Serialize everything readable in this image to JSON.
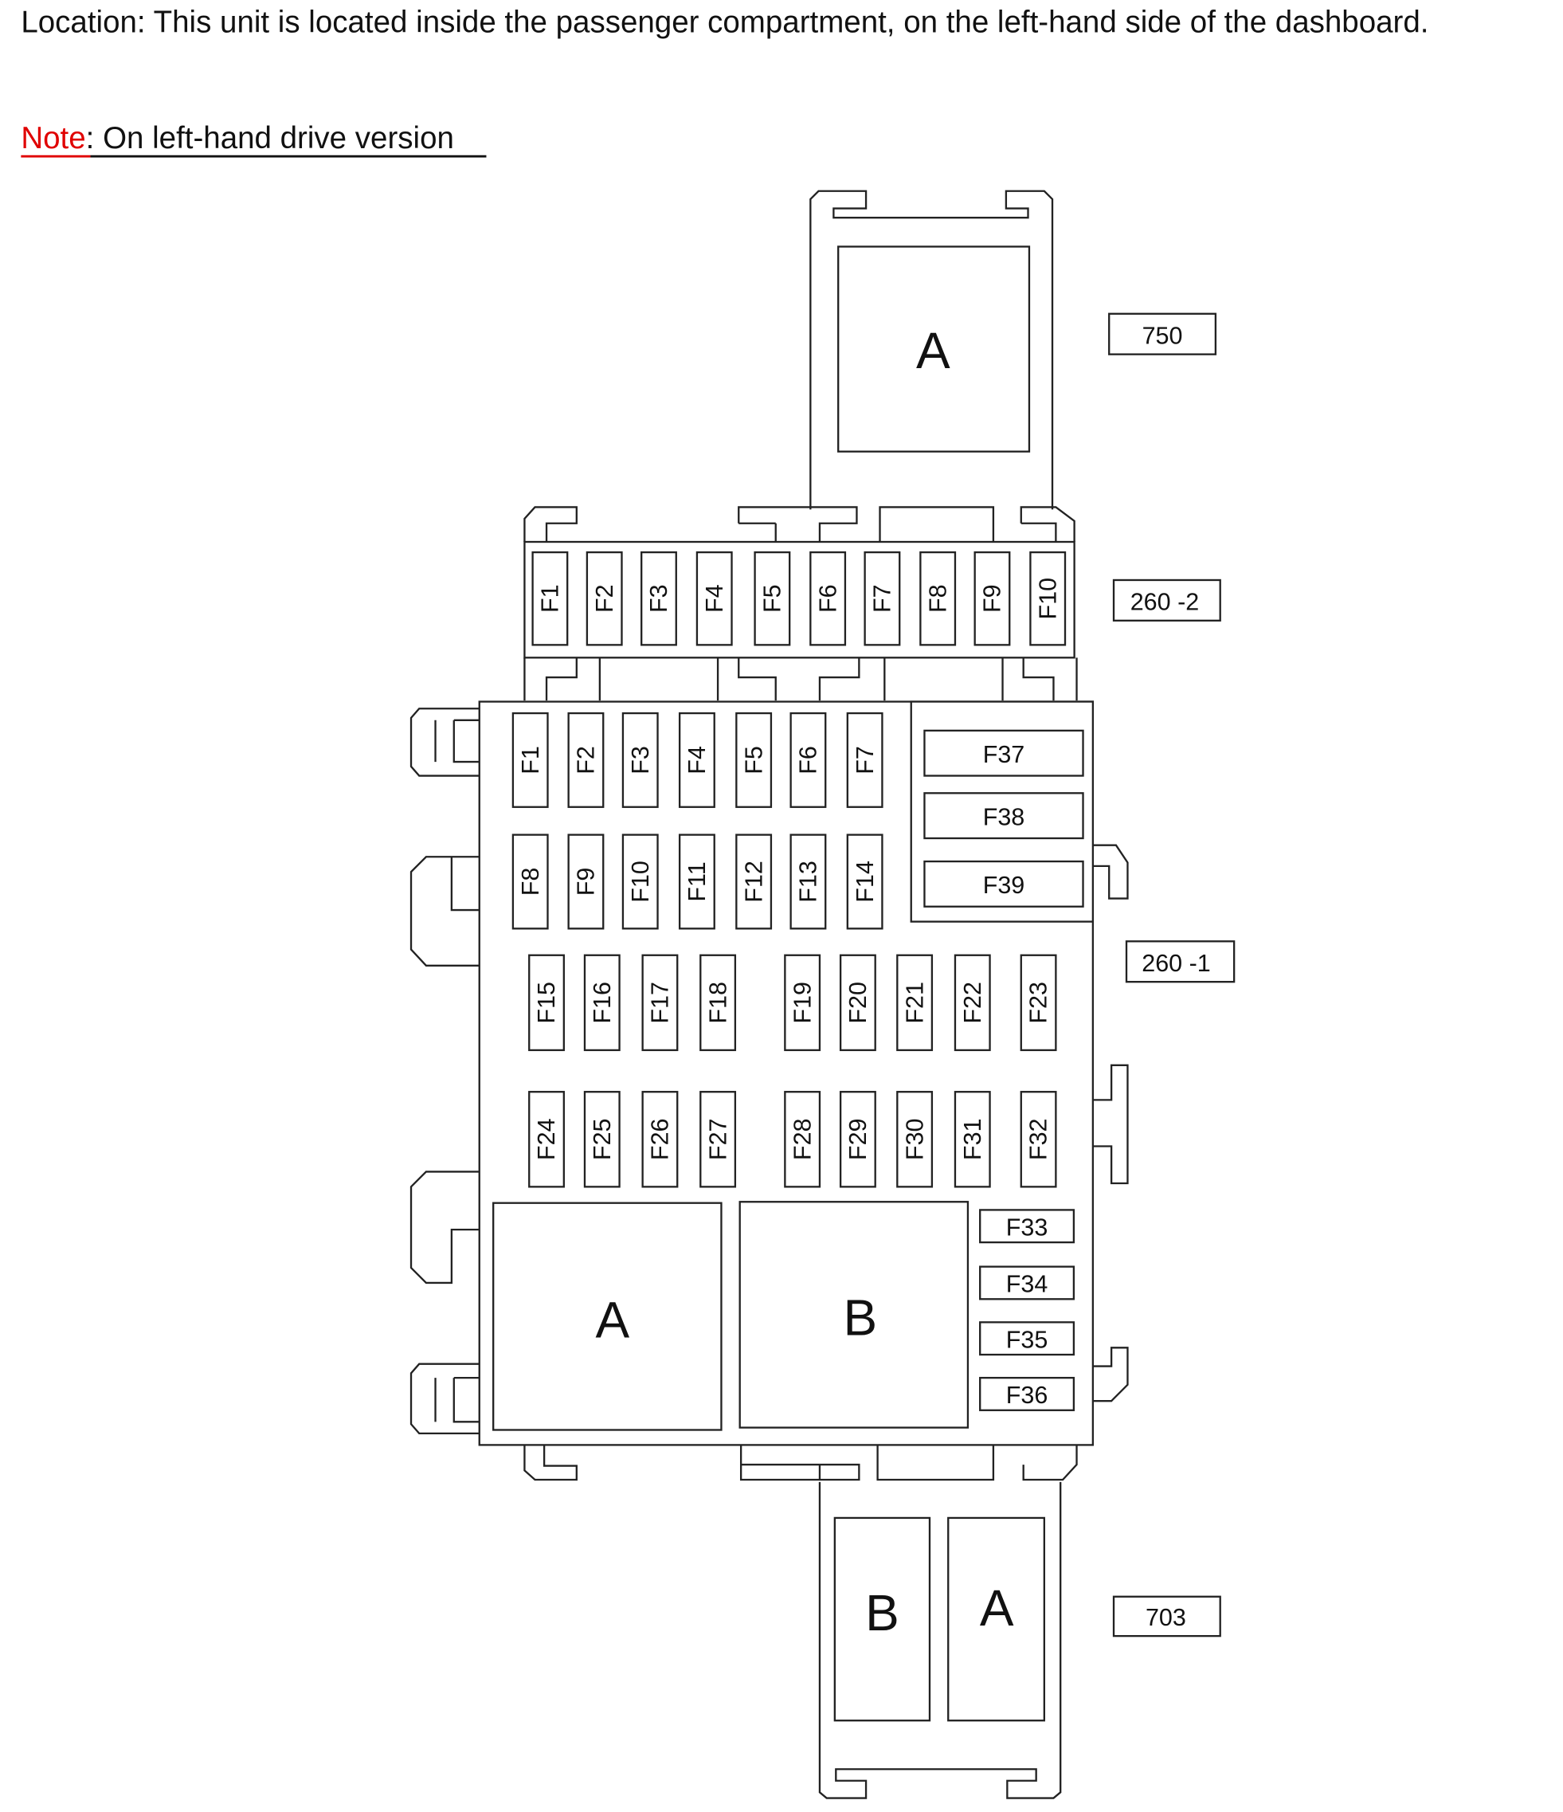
{
  "location_text": "Location: This unit is located inside the passenger compartment, on the left-hand side of the dashboard.",
  "note": {
    "prefix": "Note",
    "text": ": On left-hand drive version",
    "prefix_color": "#e00000"
  },
  "units": {
    "u750": {
      "label": "750",
      "relay": "A"
    },
    "u260_2": {
      "label": "260 -2",
      "fuses": [
        "F1",
        "F2",
        "F3",
        "F4",
        "F5",
        "F6",
        "F7",
        "F8",
        "F9",
        "F10"
      ]
    },
    "u260_1": {
      "label": "260 -1",
      "row1": [
        "F1",
        "F2",
        "F3",
        "F4",
        "F5",
        "F6",
        "F7"
      ],
      "row2": [
        "F8",
        "F9",
        "F10",
        "F11",
        "F12",
        "F13",
        "F14"
      ],
      "row3": [
        "F15",
        "F16",
        "F17",
        "F18",
        "F19",
        "F20",
        "F21",
        "F22",
        "F23"
      ],
      "row4": [
        "F24",
        "F25",
        "F26",
        "F27",
        "F28",
        "F29",
        "F30",
        "F31",
        "F32"
      ],
      "maxi_fuses": [
        "F37",
        "F38",
        "F39"
      ],
      "small_fuses": [
        "F33",
        "F34",
        "F35",
        "F36"
      ],
      "relay_a": "A",
      "relay_b": "B"
    },
    "u703": {
      "label": "703",
      "relay_b": "B",
      "relay_a": "A"
    }
  }
}
